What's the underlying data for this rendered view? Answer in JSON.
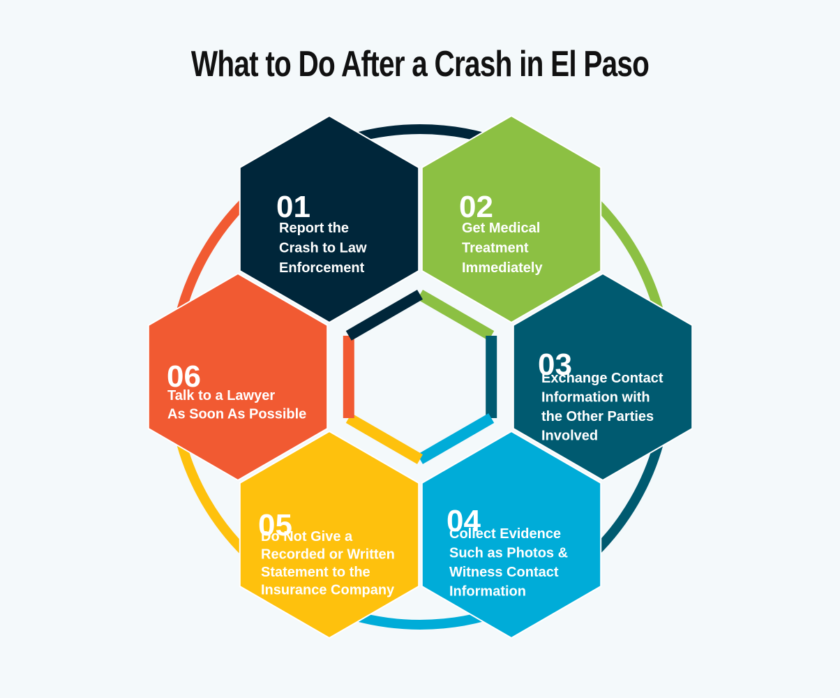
{
  "title": "What to Do After a Crash in El Paso",
  "colors": {
    "background": "#f4f9fb",
    "step1": "#00263a",
    "step2": "#8cc043",
    "step3": "#005a70",
    "step4": "#00acd8",
    "step5": "#fec10d",
    "step6": "#f15a32"
  },
  "steps": [
    {
      "number": "01",
      "lines": [
        "Report the",
        "Crash to Law",
        "Enforcement"
      ],
      "color": "#00263a"
    },
    {
      "number": "02",
      "lines": [
        "Get Medical",
        "Treatment",
        "Immediately"
      ],
      "color": "#8cc043"
    },
    {
      "number": "03",
      "lines": [
        "Exchange Contact",
        "Information with",
        "the Other Parties",
        "Involved"
      ],
      "color": "#005a70"
    },
    {
      "number": "04",
      "lines": [
        "Collect Evidence",
        "Such as Photos &",
        "Witness Contact",
        "Information"
      ],
      "color": "#00acd8"
    },
    {
      "number": "05",
      "lines": [
        "Do Not Give a",
        "Recorded or Written",
        "Statement to the",
        "Insurance Company"
      ],
      "color": "#fec10d"
    },
    {
      "number": "06",
      "lines": [
        "Talk to a Lawyer",
        "As Soon As Possible"
      ],
      "color": "#f15a32"
    }
  ]
}
